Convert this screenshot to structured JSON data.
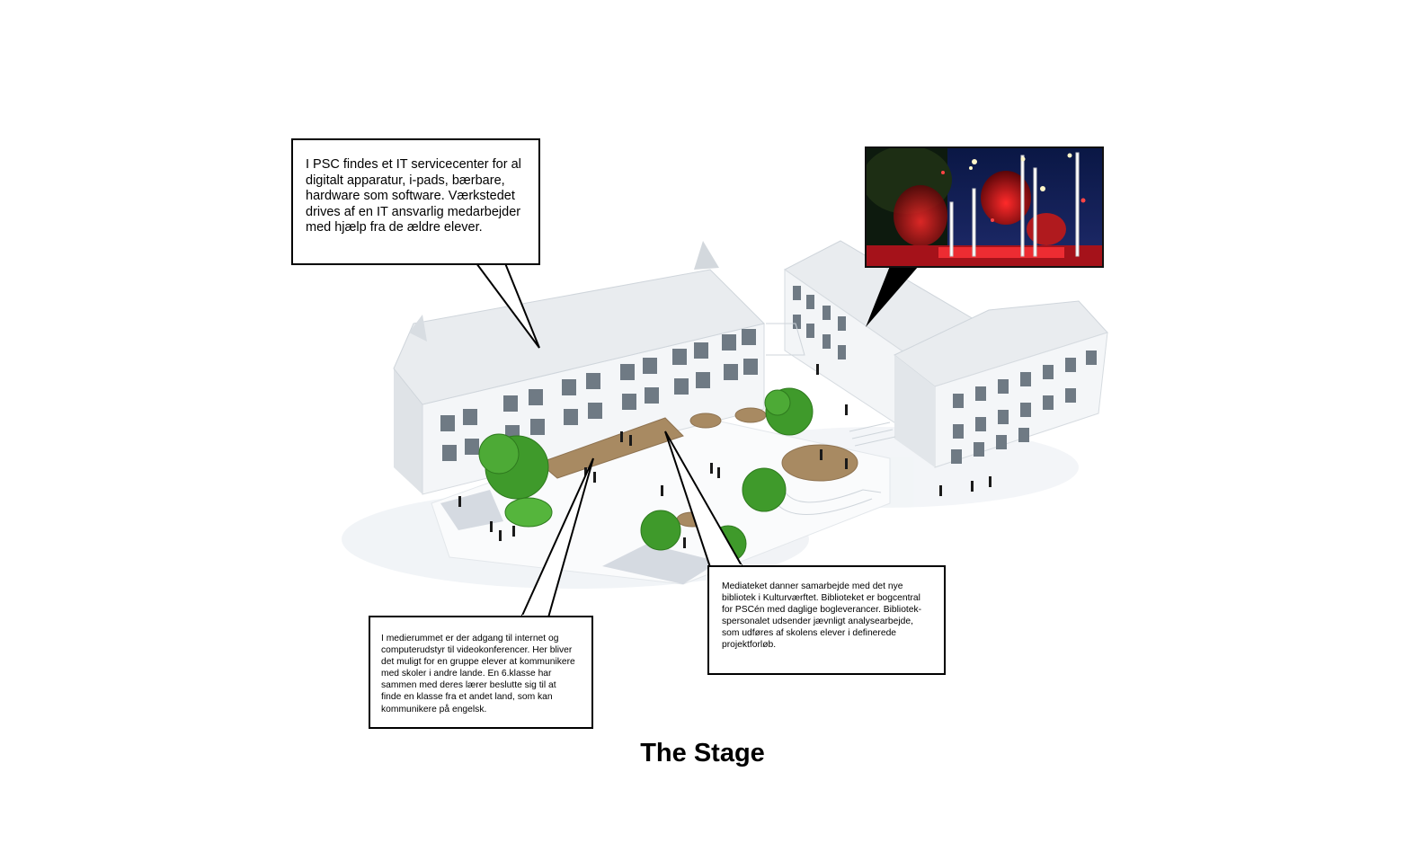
{
  "callouts": {
    "it": "I PSC findes et IT servicecenter for al\ndigitalt apparatur, i-pads, bærbare,\nhardware som software. Værkstedet\ndrives af en IT ansvarlig medarbejder\nmed hjælp fra de ældre elever.",
    "mediarum": "I medierummet er der adgang til internet og\ncomputerudstyr til videokonferencer. Her bliver\ndet muligt for en gruppe elever at kommunikere\nmed skoler i andre lande. En 6.klasse har\nsammen med deres lærer beslutte sig til at\nfinde en klasse fra et andet land, som kan\nkommunikere på engelsk.",
    "mediatek": "Mediateket danner samarbejde med det nye\nbibliotek i Kulturværftet.  Biblioteket er bogcentral\nfor PSCén med daglige bogleverancer. Bibliotek-\nspersonalet udsender jævnligt analysearbejde,\nsom udføres af skolens elever i definerede\nprojektforløb."
  },
  "title": "The Stage",
  "colors": {
    "building": "#f3f5f7",
    "roof": "#e8ebee",
    "tree": "#3f9a2b",
    "deck": "#a88a62",
    "inset_sky": "#0c1a3e",
    "inset_light": "#e8202a"
  }
}
